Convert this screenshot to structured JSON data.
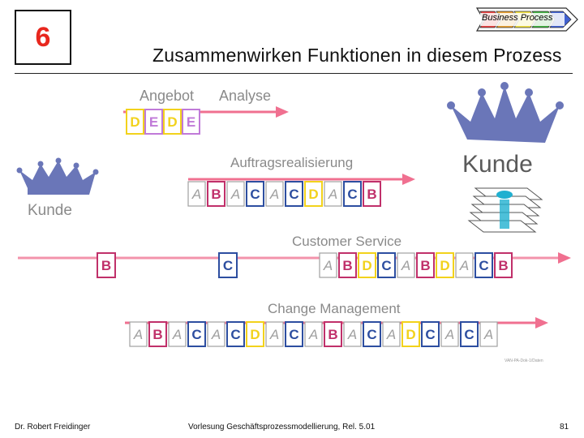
{
  "header": {
    "slide_number": "6",
    "title": "Zusammenwirken Funktionen in diesem Prozess",
    "badge": "Business Process"
  },
  "diagram": {
    "stage_labels": [
      "Angebot",
      "Analyse",
      "Auftragsrealisierung",
      "Customer Service",
      "Change Management"
    ],
    "kunde_left": "Kunde",
    "kunde_right": "Kunde",
    "watermark": "VAN-PA-Dok-1/Daten",
    "rows": {
      "row1": [
        "D",
        "E",
        "D",
        "E"
      ],
      "row2": [
        "A",
        "B",
        "A",
        "C",
        "A",
        "C",
        "D",
        "A",
        "C",
        "B"
      ],
      "row3_isolated": [
        "B",
        "C"
      ],
      "row3": [
        "A",
        "B",
        "D",
        "C",
        "A",
        "B",
        "D",
        "A",
        "C",
        "B"
      ],
      "row4": [
        "A",
        "B",
        "A",
        "C",
        "A",
        "C",
        "D",
        "A",
        "C",
        "A",
        "B",
        "A",
        "C",
        "A",
        "D",
        "C",
        "A",
        "C",
        "A"
      ]
    },
    "colors": {
      "A": "#a0a0a0",
      "B": "#c0306a",
      "C": "#2d4ea0",
      "D": "#f2d21c",
      "E": "#c07ad8",
      "arrow": "#f07090",
      "crown": "#6a76b8"
    }
  },
  "footer": {
    "author": "Dr. Robert Freidinger",
    "course": "Vorlesung Geschäftsprozessmodellierung, Rel. 5.01",
    "page": "81"
  }
}
